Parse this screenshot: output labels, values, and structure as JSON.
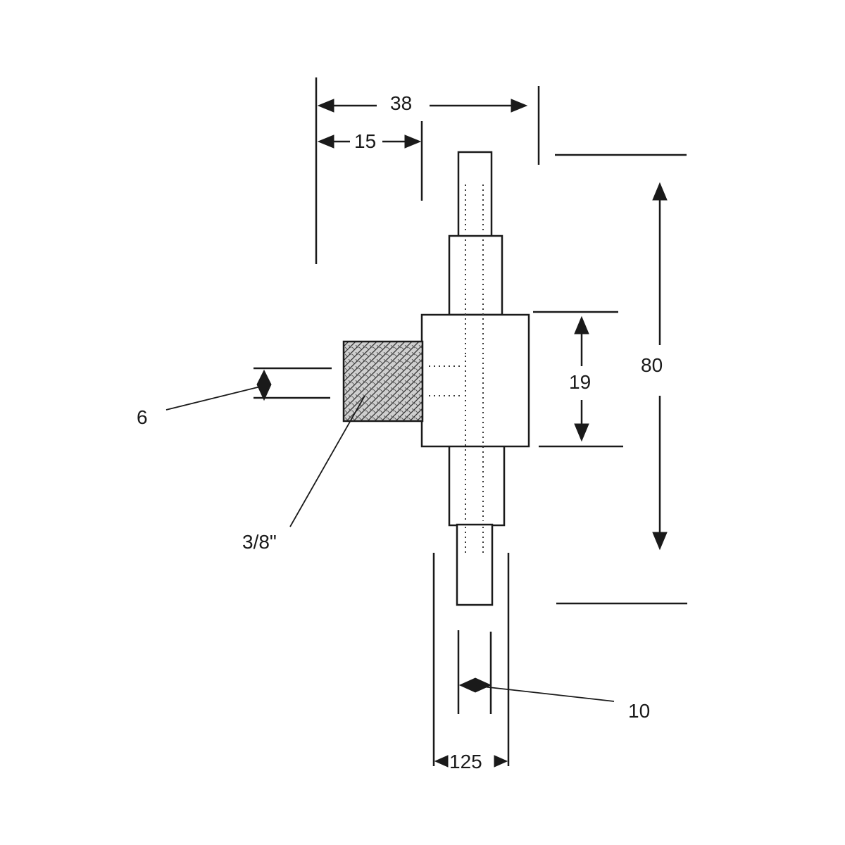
{
  "dimensions": {
    "overall_width": "38",
    "offset_width": "15",
    "overall_length": "80",
    "body_height": "19",
    "nozzle_gap": "6",
    "thread_size": "3/8\"",
    "pin_diameter": "10",
    "shaft_width": "125"
  },
  "colors": {
    "line": "#1a1a1a",
    "hatch_fill": "#c8c8c8",
    "background": "#ffffff"
  }
}
